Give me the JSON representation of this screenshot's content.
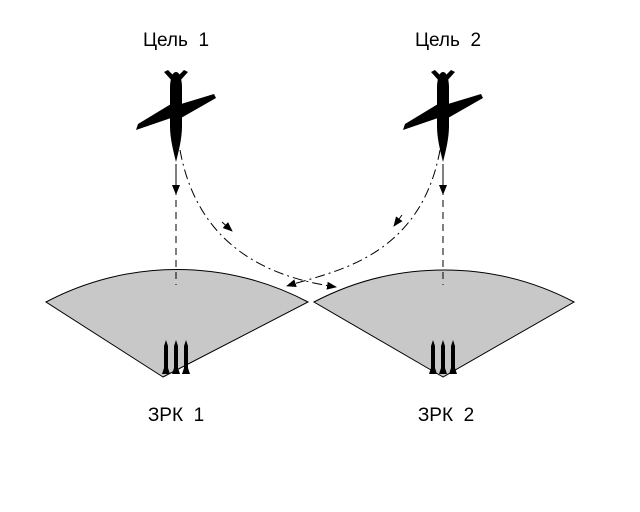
{
  "targets": [
    {
      "label": "Цель  1"
    },
    {
      "label": "Цель  2"
    }
  ],
  "sam_sites": [
    {
      "label": "ЗРК  1"
    },
    {
      "label": "ЗРК  2"
    }
  ],
  "colors": {
    "zone_fill": "#c8c8c8",
    "stroke": "#000000",
    "aircraft": "#000000",
    "background": "#ffffff"
  },
  "icons": {
    "aircraft": "aircraft-icon",
    "missiles": "missile-launcher-icon"
  }
}
